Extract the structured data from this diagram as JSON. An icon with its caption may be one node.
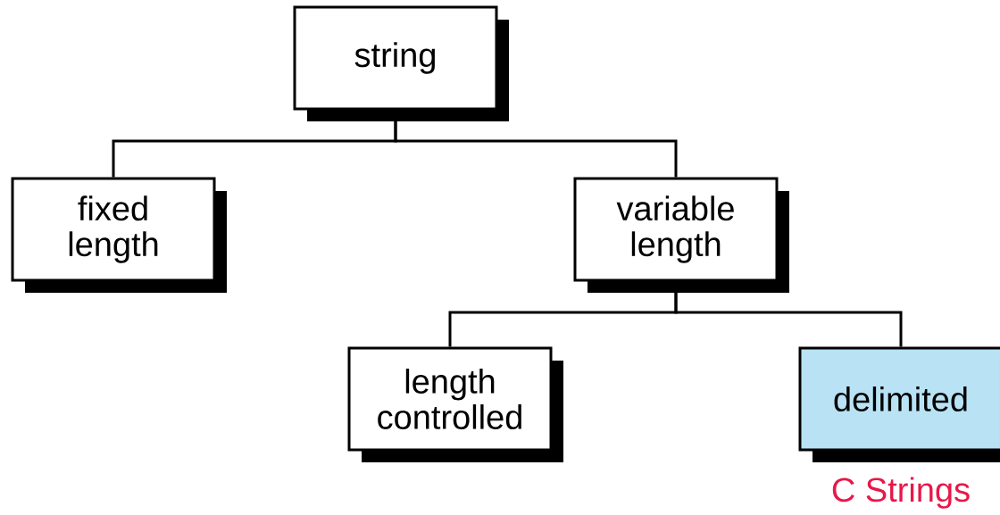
{
  "diagram": {
    "nodes": [
      {
        "text": [
          "string"
        ]
      },
      {
        "text": [
          "fixed length"
        ]
      },
      {
        "text": [
          "variable length"
        ]
      },
      {
        "text": [
          "length controlled"
        ]
      },
      {
        "text": [
          "delimited"
        ],
        "beside": [
          "C Strings"
        ]
      }
    ],
    "edges": [
      {
        "from": 0,
        "to": 1,
        "arrow": "none"
      },
      {
        "from": 0,
        "to": 2,
        "arrow": "none"
      },
      {
        "from": 2,
        "to": 3,
        "arrow": "none"
      },
      {
        "from": 2,
        "to": 4,
        "arrow": "none"
      }
    ]
  }
}
